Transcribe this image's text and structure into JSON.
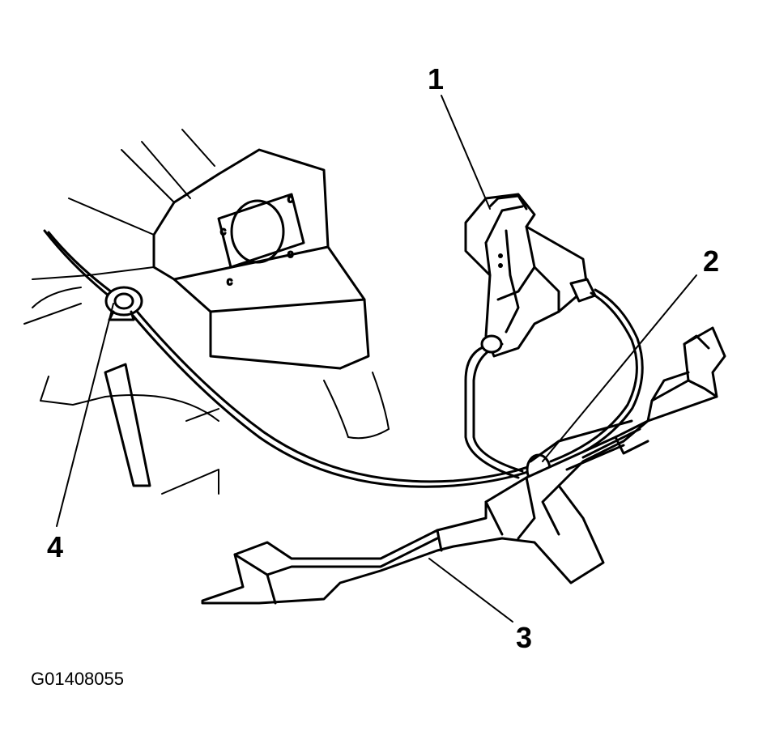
{
  "callouts": {
    "c1": "1",
    "c2": "2",
    "c3": "3",
    "c4": "4"
  },
  "figure_id": "G01408055"
}
